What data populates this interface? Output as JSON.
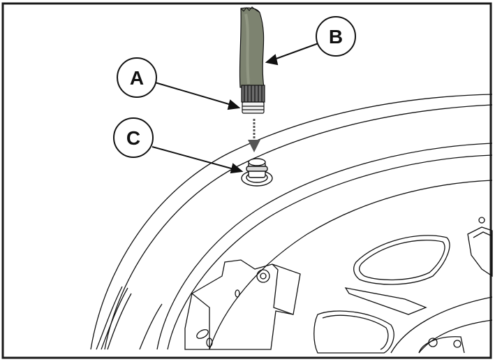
{
  "figure": {
    "callouts": [
      {
        "letter": "A",
        "target": "hose-nozzle"
      },
      {
        "letter": "B",
        "target": "air-hose"
      },
      {
        "letter": "C",
        "target": "valve-stem"
      }
    ],
    "colors": {
      "frame": "#1a1a1a",
      "line": "#111111",
      "hose": "#7d8370",
      "hose_speckle": "#9aa08c",
      "arrow": "#555555",
      "callout_fill": "#ffffff"
    }
  }
}
